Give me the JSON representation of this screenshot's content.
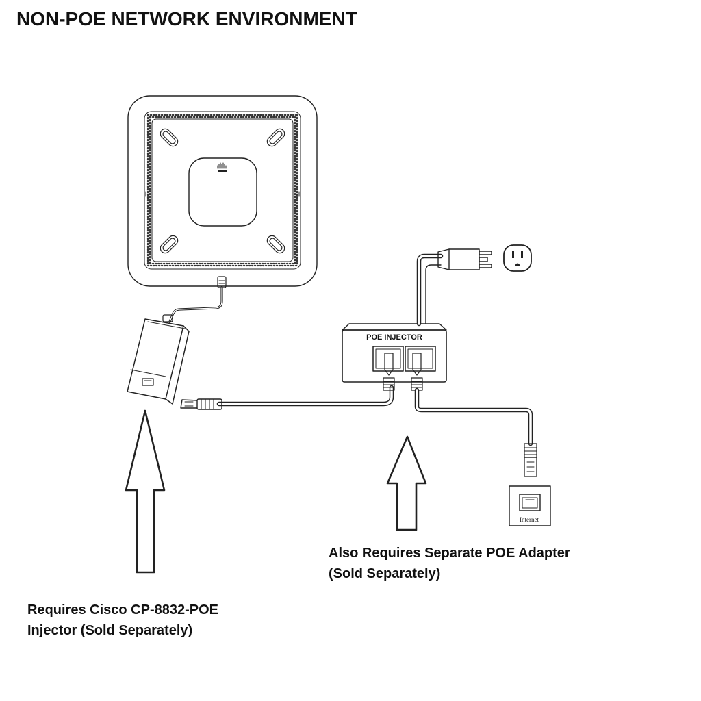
{
  "title": "NON-POE NETWORK ENVIRONMENT",
  "device": {
    "name": "conference-phone",
    "logo": "cisco"
  },
  "injector_label": "POE INJECTOR",
  "wall_jack_label": "Internet",
  "captions": {
    "left": [
      "Requires Cisco CP-8832-POE",
      "Injector (Sold Separately)"
    ],
    "right": [
      "Also Requires Separate POE Adapter",
      "(Sold Separately)"
    ]
  },
  "icons": [
    "power-plug-icon",
    "power-outlet-icon",
    "ethernet-jack-icon",
    "up-arrow-icon"
  ]
}
